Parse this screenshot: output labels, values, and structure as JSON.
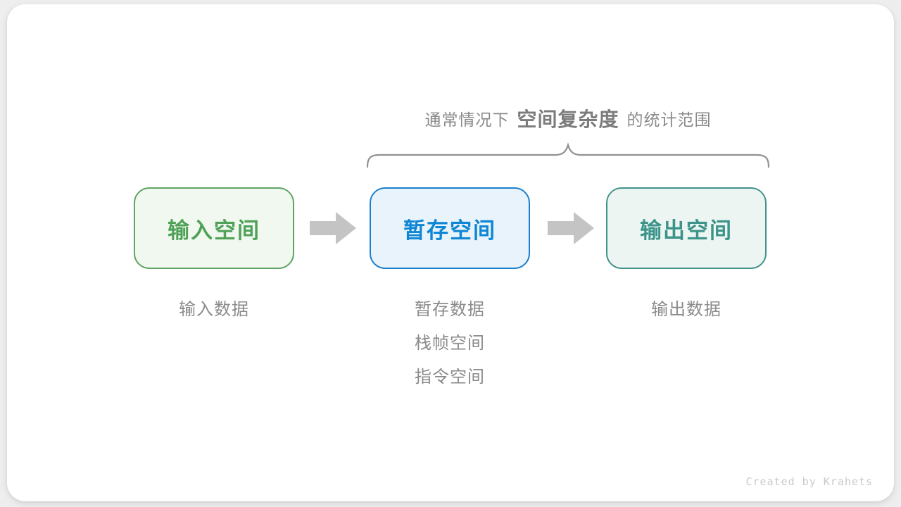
{
  "annotation": {
    "prefix": "通常情况下",
    "highlight": "空间复杂度",
    "suffix": "的统计范围"
  },
  "nodes": [
    {
      "label": "输入空间",
      "border_color": "#60a463",
      "bg_color": "#f1f8ef",
      "text_color": "#4fa158"
    },
    {
      "label": "暂存空间",
      "border_color": "#1a80cc",
      "bg_color": "#e8f3fc",
      "text_color": "#0e86d3"
    },
    {
      "label": "输出空间",
      "border_color": "#41938a",
      "bg_color": "#ecf5f2",
      "text_color": "#3b9389"
    }
  ],
  "sublabels": {
    "input": [
      "输入数据"
    ],
    "temp": [
      "暂存数据",
      "栈帧空间",
      "指令空间"
    ],
    "output": [
      "输出数据"
    ]
  },
  "icons": {
    "arrow": "block-arrow-right",
    "brace": "horizontal-curly-brace"
  },
  "colors": {
    "page_bg": "#eeeeee",
    "card_bg": "#ffffff",
    "annotation_text": "#8a8a8a",
    "annotation_highlight": "#7c7c7c",
    "brace": "#919191",
    "arrow": "#c4c4c4",
    "sublabel_text": "#8a8a8a",
    "credit_text": "#c9c9c9"
  },
  "footer": {
    "credit": "Created by Krahets"
  }
}
